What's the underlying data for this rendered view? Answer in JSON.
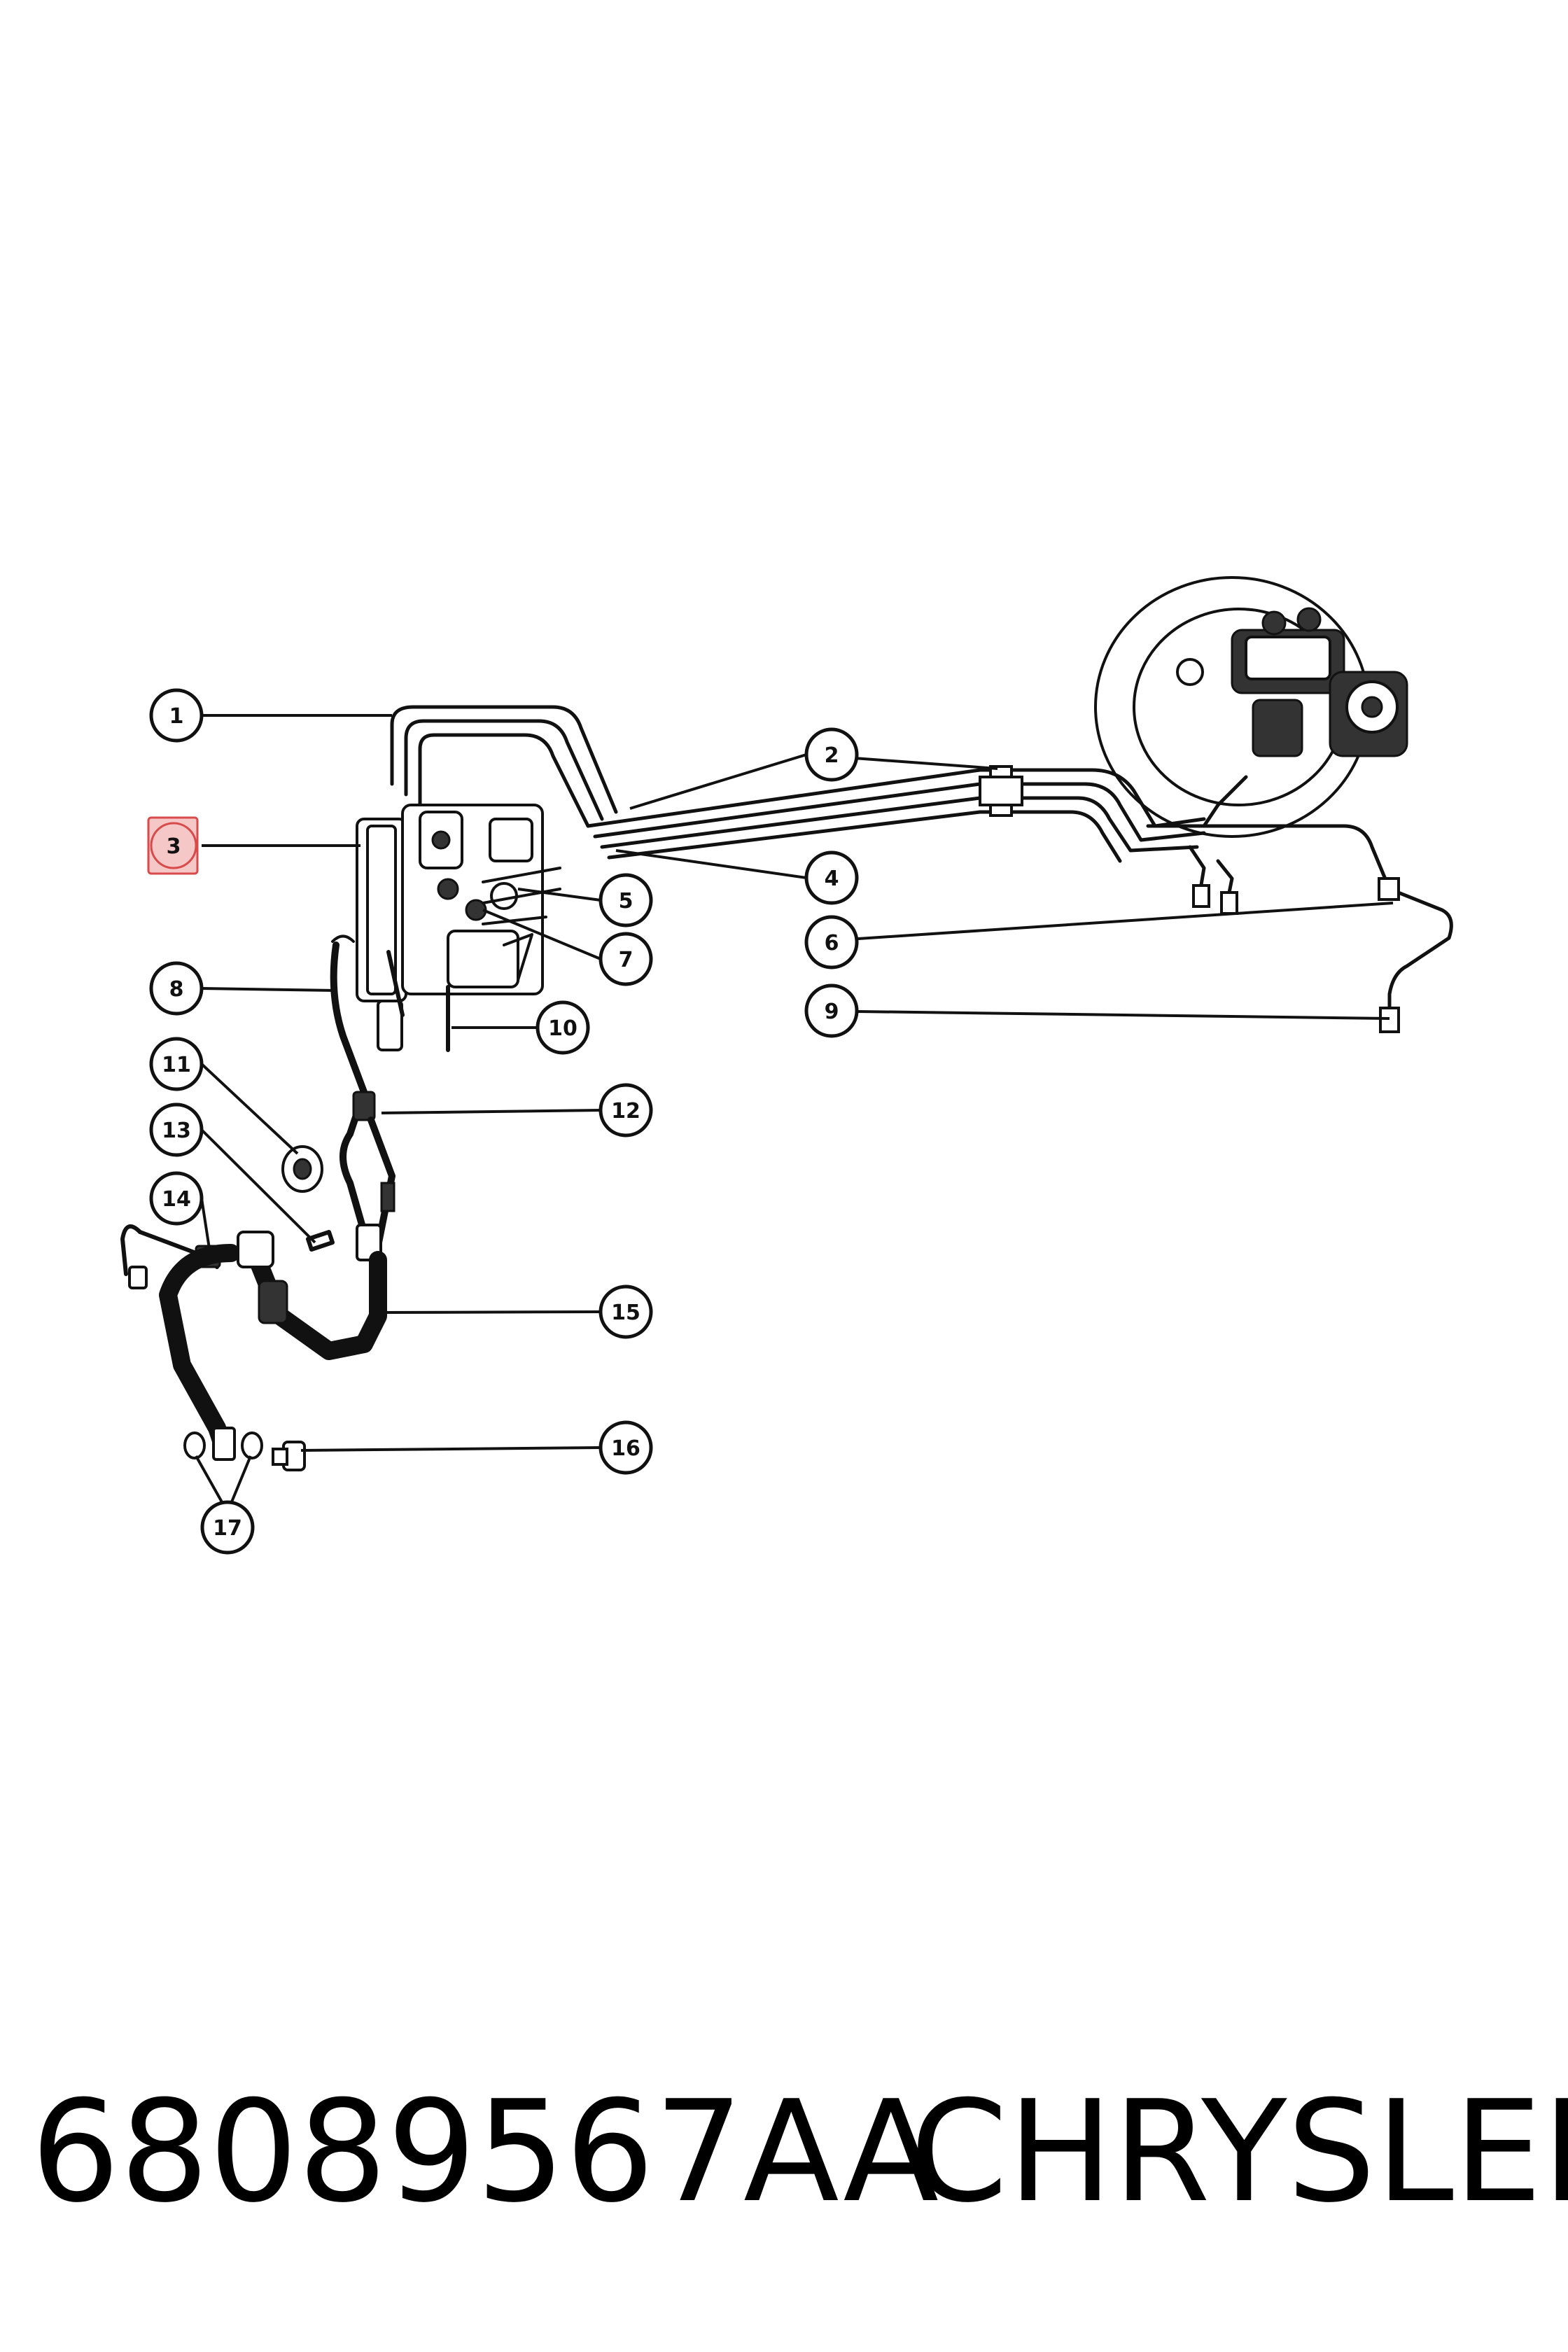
{
  "callouts": [
    {
      "id": "1",
      "label": "1"
    },
    {
      "id": "2",
      "label": "2"
    },
    {
      "id": "3",
      "label": "3",
      "highlighted": true
    },
    {
      "id": "4",
      "label": "4"
    },
    {
      "id": "5",
      "label": "5"
    },
    {
      "id": "6",
      "label": "6"
    },
    {
      "id": "7",
      "label": "7"
    },
    {
      "id": "8",
      "label": "8"
    },
    {
      "id": "9",
      "label": "9"
    },
    {
      "id": "10",
      "label": "10"
    },
    {
      "id": "11",
      "label": "11"
    },
    {
      "id": "12",
      "label": "12"
    },
    {
      "id": "13",
      "label": "13"
    },
    {
      "id": "14",
      "label": "14"
    },
    {
      "id": "15",
      "label": "15"
    },
    {
      "id": "16",
      "label": "16"
    },
    {
      "id": "17",
      "label": "17"
    }
  ],
  "caption": {
    "part_number": "68089567AA",
    "brand": "CHRYSLER"
  },
  "colors": {
    "line": "#111111",
    "highlight_fill": "#f6c7c7",
    "highlight_stroke": "#d94a4a"
  }
}
